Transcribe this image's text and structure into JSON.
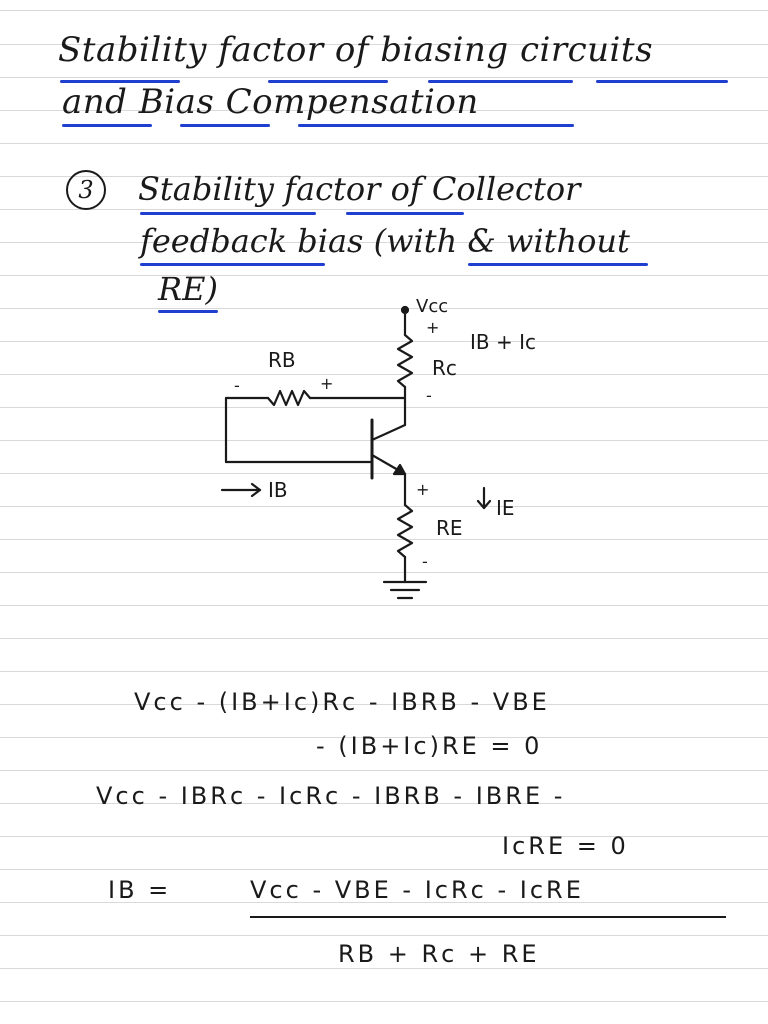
{
  "title": {
    "line1": "Stability factor of biasing circuits",
    "line2": "and Bias Compensation"
  },
  "section": {
    "number": "3",
    "line1": "Stability factor of Collector",
    "line2": "feedback bias (with & without",
    "line3": "RE)"
  },
  "circuit": {
    "vcc": "Vcc",
    "rc": "Rc",
    "rb": "RB",
    "re": "RE",
    "ib_plus_ic": "IB + Ic",
    "ib": "IB",
    "ie": "IE",
    "plus": "+",
    "minus": "-"
  },
  "equations": {
    "e1a": "Vcc - (IB+Ic)Rc - IBRB - VBE",
    "e1b": "- (IB+Ic)RE = 0",
    "e2a": "Vcc - IBRc - IcRc - IBRB - IBRE -",
    "e2b": "IcRE = 0",
    "lhs": "IB =",
    "numerator": "Vcc - VBE - IcRc - IcRE",
    "denominator": "RB + Rc + RE"
  },
  "colors": {
    "ink": "#1a1a1a",
    "underline": "#1f3fd0",
    "rule": "#d9d9d9"
  }
}
